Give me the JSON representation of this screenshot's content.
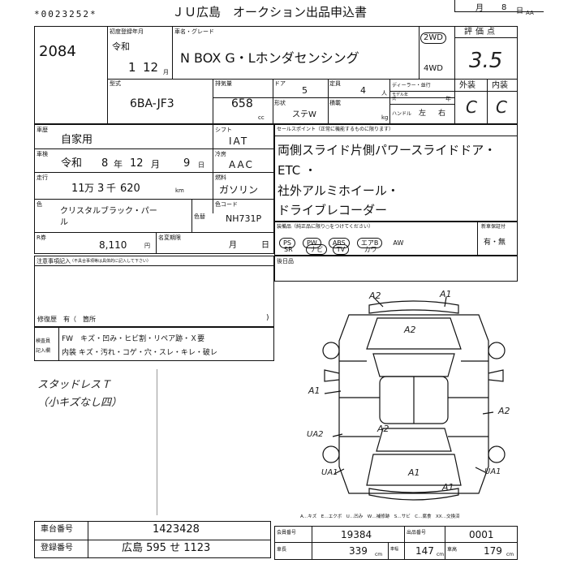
{
  "header": {
    "serial": "*0023252*",
    "title": "ＪＵ広島　オークション出品申込書",
    "date_fragment": "月",
    "date_day": "8",
    "date_suffix": "日",
    "date_tail": "AA"
  },
  "entry_no": "2084",
  "registration": {
    "label": "初度登録年月",
    "era": "令和",
    "year": "1",
    "month": "12",
    "month_unit": "月"
  },
  "model": {
    "label": "車名・グレード",
    "name": "N BOX G・Lホンダセンシング"
  },
  "drive": {
    "label_2wd": "2WD",
    "label_4wd": "4WD",
    "selected": "2WD"
  },
  "grade": {
    "label": "評価点",
    "value": "3.5"
  },
  "type_code": {
    "label": "型式",
    "value": "6BA-JF3"
  },
  "displacement": {
    "label": "排気量",
    "value": "658",
    "unit": "cc"
  },
  "doors": {
    "label": "ドア",
    "value": "5"
  },
  "capacity": {
    "label": "定員",
    "value": "4",
    "unit": "人"
  },
  "dealer": {
    "label": "ディーラー・並行",
    "year_label": "モデル年式",
    "year_unit": "年"
  },
  "steering": {
    "label": "ハンドル",
    "left": "左",
    "right": "右",
    "shape_label": "形状",
    "shape": "ステW",
    "weight_label": "積載",
    "weight_unit": "kg"
  },
  "exterior_interior": {
    "ext_label": "外装",
    "int_label": "内装",
    "ext": "C",
    "int": "C"
  },
  "usage": {
    "label": "車歴",
    "value": "自家用"
  },
  "shift": {
    "label": "シフト",
    "value": "IAT"
  },
  "inspection": {
    "label": "車検",
    "era": "令和",
    "year": "8",
    "year_unit": "年",
    "month": "12",
    "month_unit": "月",
    "day": "9",
    "day_unit": "日"
  },
  "aircon": {
    "label": "冷房",
    "value": "AAC"
  },
  "mileage": {
    "label": "走行",
    "man": "11",
    "man_unit": "万",
    "sen": "3",
    "sen_unit": "千",
    "rest": "620",
    "unit": "km"
  },
  "fuel": {
    "label": "燃料",
    "value": "ガソリン"
  },
  "color": {
    "label": "色",
    "value_line1": "クリスタルブラック・パー",
    "value_line2": "ル",
    "change_label": "色替",
    "code_label": "色コード",
    "code": "NH731P"
  },
  "recycle": {
    "label": "R券",
    "value": "8,110",
    "unit": "円",
    "title_label": "名変期限",
    "month": "月",
    "day": "日"
  },
  "sales_points": {
    "label": "セールスポイント（正常に機能するものに限ります）",
    "lines": [
      "両側スライド片側パワースライドドア・",
      "ETC ・",
      "社外アルミホイール・",
      "ドライブレコーダー"
    ]
  },
  "equipment": {
    "label": "装備品（純正品に限り○をつけてください）",
    "row1": [
      "PS",
      "PW",
      "ABS",
      "エアB",
      "AW"
    ],
    "row2": [
      "SR",
      "ナビ",
      "TV",
      "カワ"
    ],
    "newcar_label": "新車保証付",
    "newcar_value": "有・無"
  },
  "notes": {
    "label": "注意事項記入",
    "sublabel": "（不具合事項等は具体的に記入して下さい）",
    "repair": "修復歴　有（　箇所"
  },
  "checklist": {
    "label1": "検査員",
    "label2": "記入欄",
    "row1": "FW　キズ・凹み・ヒビ割・リペア跡・Ｘ要",
    "row2": "内装 キズ・汚れ・コゲ・穴・スレ・キレ・破レ"
  },
  "handwritten": {
    "line1": "スタッドレスＴ",
    "line2": "（小キズなし四）"
  },
  "rear_label": "後日品",
  "diagram_marks": [
    "A2",
    "A1",
    "A2",
    "A1",
    "UA2",
    "A2",
    "A2",
    "UA1",
    "A1",
    "A1",
    "UA1"
  ],
  "legend": "A…キズ　E…エクボ　U…凹み　W…補修跡　S…サビ　C…腐食　XX…交換済",
  "footer": {
    "platform_label": "車台番号",
    "platform": "1423428",
    "plate_label": "登録番号",
    "plate": "広島 595 せ 1123",
    "member_label": "会員番号",
    "member": "19384",
    "lot_label": "出品番号",
    "lot": "0001",
    "length_label": "車長",
    "length": "339",
    "length_unit": "cm",
    "width_label": "車幅",
    "width": "147",
    "width_unit": "cm",
    "height_label": "車高",
    "height": "179",
    "height_unit": "cm"
  }
}
